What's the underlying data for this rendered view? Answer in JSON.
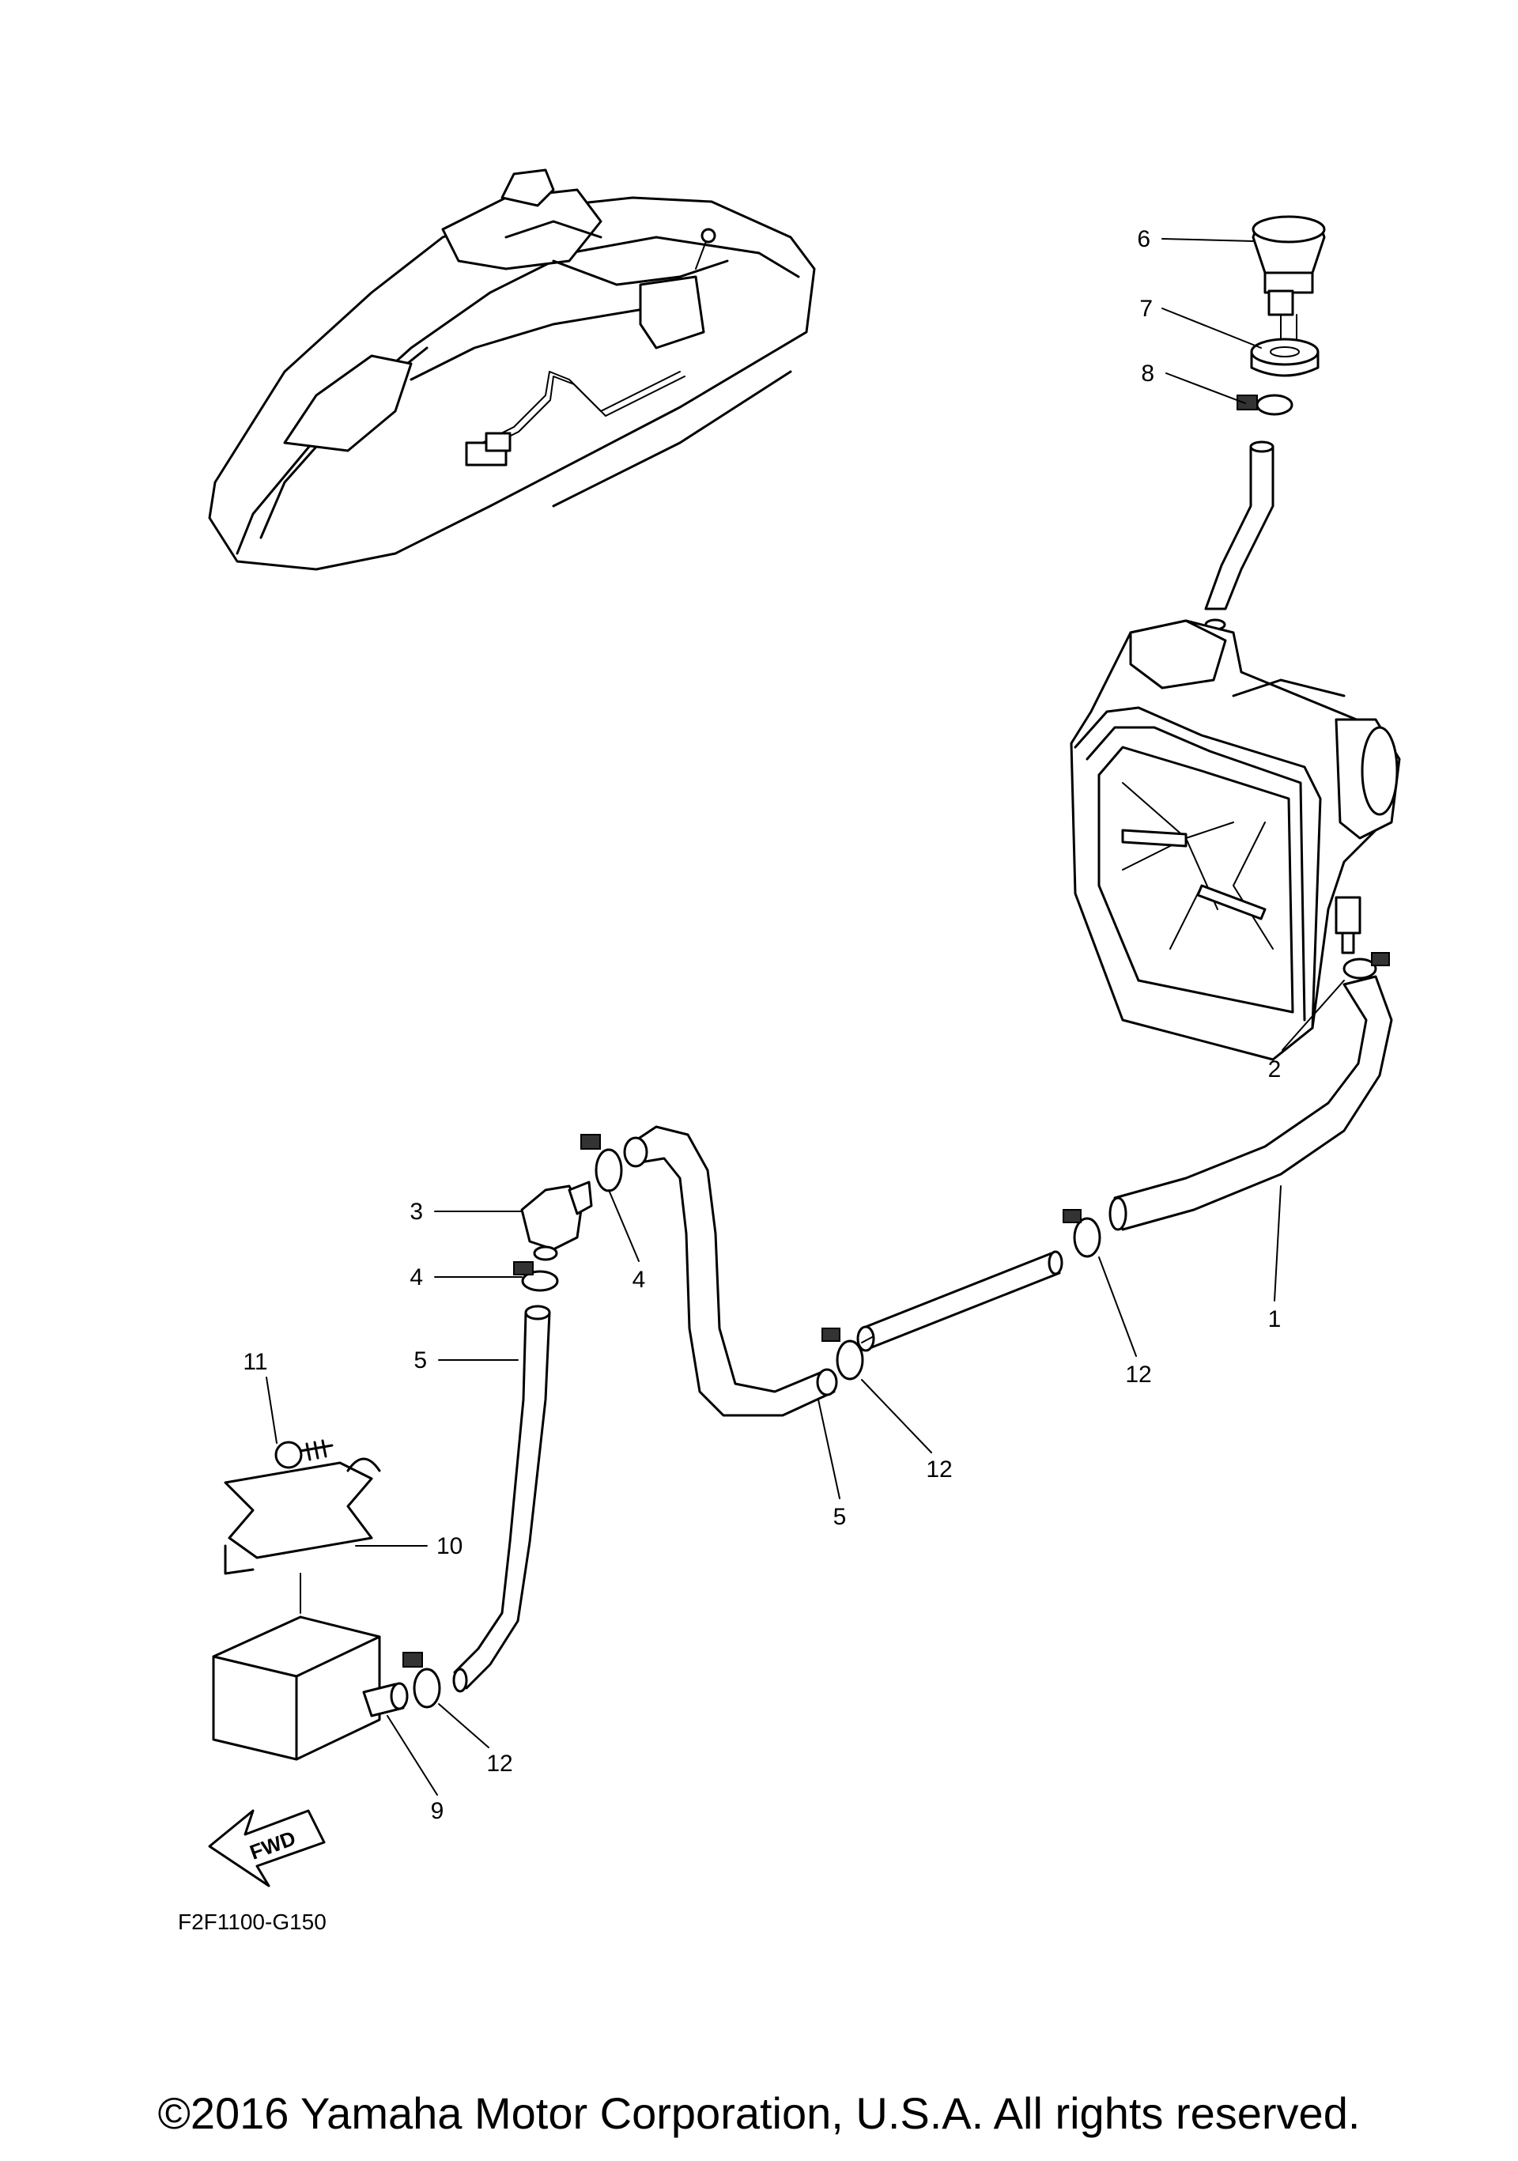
{
  "callouts": [
    "6",
    "7",
    "8",
    "2",
    "3",
    "4",
    "4",
    "1",
    "12",
    "5",
    "5",
    "12",
    "11",
    "10",
    "12",
    "9"
  ],
  "part_code": "F2F1100-G150",
  "arrow_label": "FWD",
  "copyright": "©2016 Yamaha Motor Corporation, U.S.A. All rights reserved."
}
